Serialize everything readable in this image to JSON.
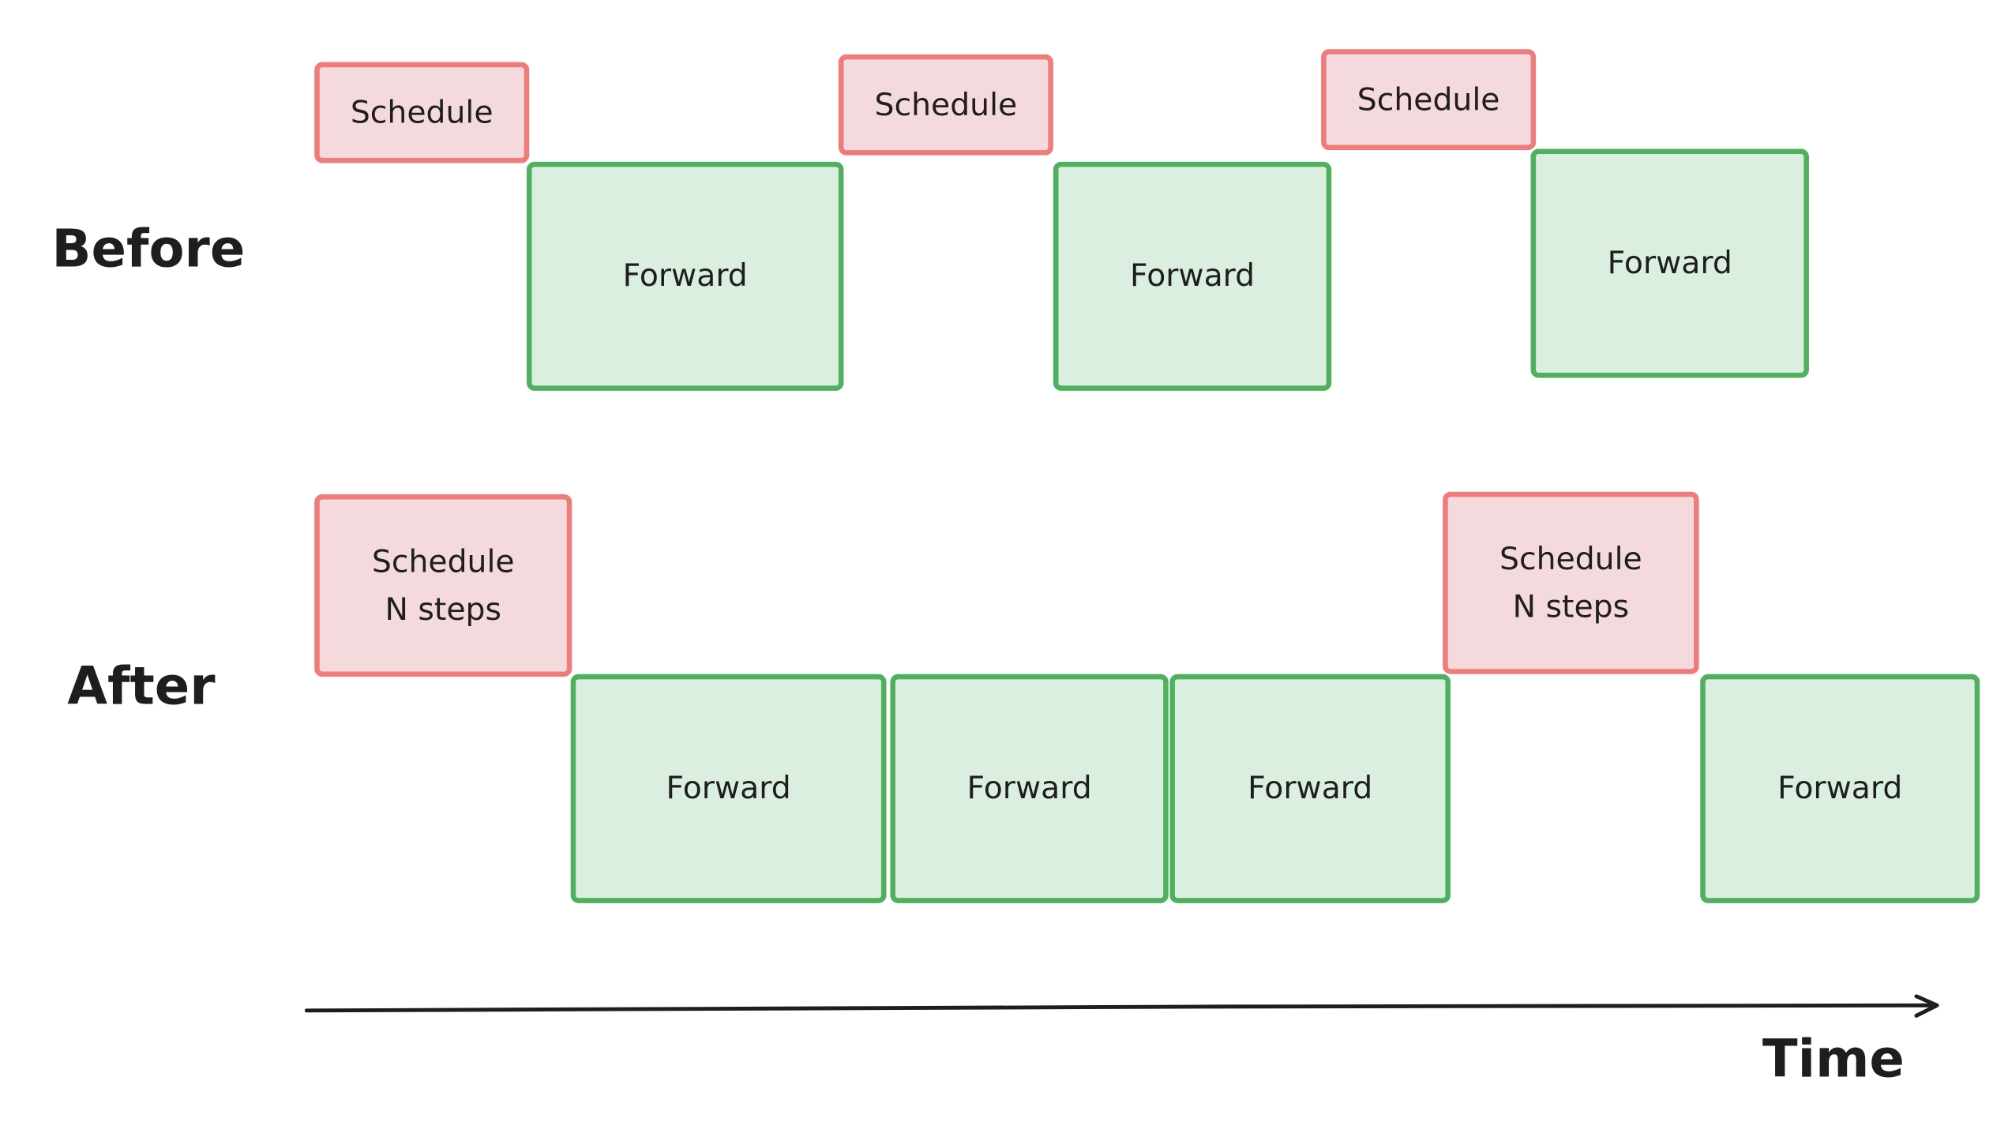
{
  "colors": {
    "schedule_border": "#f07b7b",
    "schedule_fill": "#f5dadd",
    "forward_border": "#4fb15d",
    "forward_fill": "#dbefe0",
    "text": "#1e1e1e"
  },
  "rows": {
    "before_label": "Before",
    "after_label": "After"
  },
  "before": {
    "schedule_1": "Schedule",
    "forward_1": "Forward",
    "schedule_2": "Schedule",
    "forward_2": "Forward",
    "schedule_3": "Schedule",
    "forward_3": "Forward"
  },
  "after": {
    "schedule_1_line1": "Schedule",
    "schedule_1_line2": "N steps",
    "forward_1": "Forward",
    "forward_2": "Forward",
    "forward_3": "Forward",
    "schedule_2_line1": "Schedule",
    "schedule_2_line2": "N steps",
    "forward_4": "Forward"
  },
  "axis": {
    "label": "Time"
  }
}
